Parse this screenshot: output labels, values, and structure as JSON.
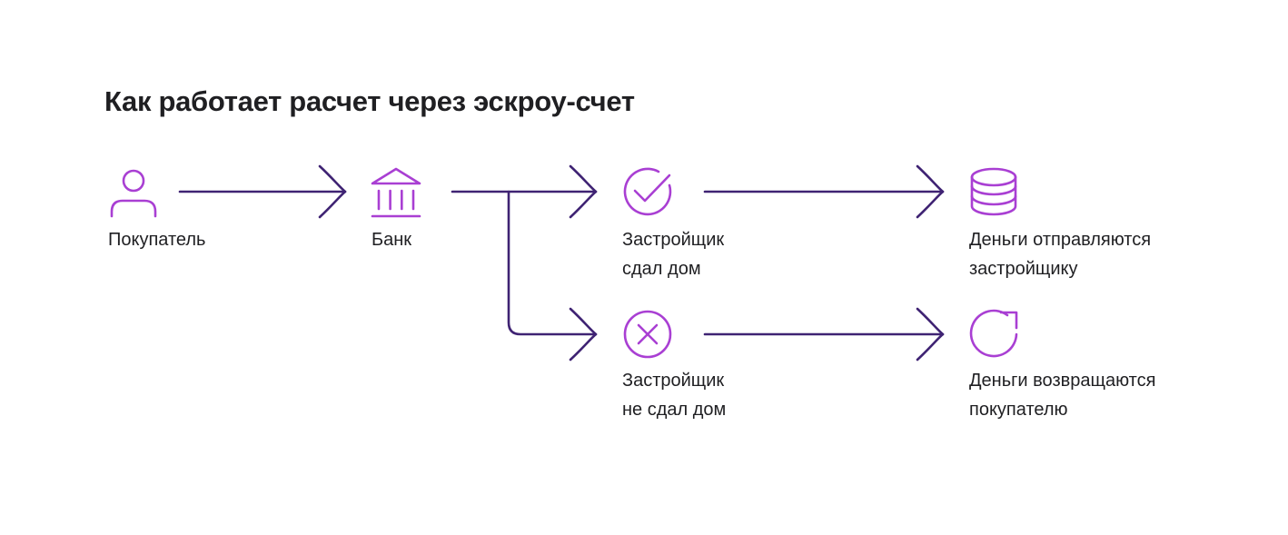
{
  "title": "Как работает расчет через эскроу-счет",
  "colors": {
    "accent": "#a93fd3",
    "arrow": "#3f2373",
    "text": "#1f1f22"
  },
  "nodes": {
    "buyer": {
      "icon": "person-icon",
      "lines": [
        "Покупатель"
      ]
    },
    "bank": {
      "icon": "bank-icon",
      "lines": [
        "Банк"
      ]
    },
    "delivered": {
      "icon": "check-circle-icon",
      "lines": [
        "Застройщик",
        "сдал дом"
      ]
    },
    "not_delivered": {
      "icon": "cross-circle-icon",
      "lines": [
        "Застройщик",
        "не сдал дом"
      ]
    },
    "money_sent": {
      "icon": "coins-icon",
      "lines": [
        "Деньги отправляются",
        "застройщику"
      ]
    },
    "money_returned": {
      "icon": "refresh-icon",
      "lines": [
        "Деньги возвращаются",
        "покупателю"
      ]
    }
  }
}
